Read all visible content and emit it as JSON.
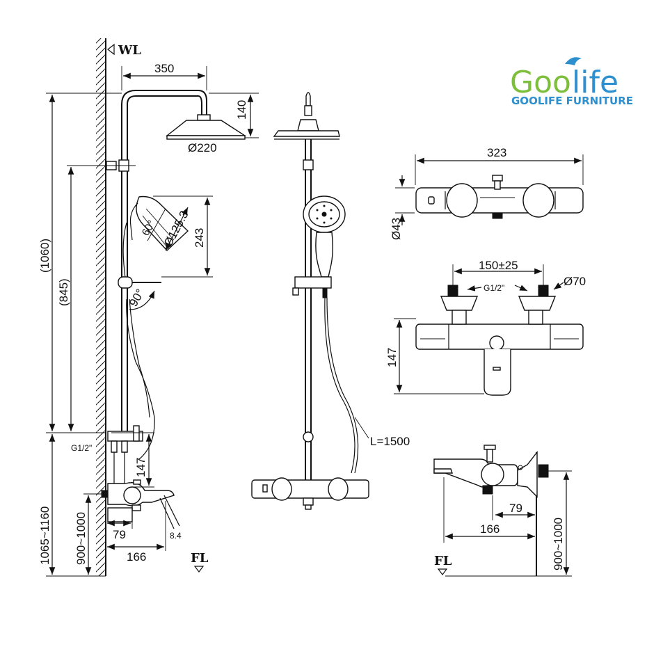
{
  "markers": {
    "wall_level": "WL",
    "floor_level": "FL"
  },
  "brand": {
    "logo_left": "Goo",
    "logo_right": "life",
    "tagline": "GOOLIFE FURNITURE",
    "color_green": "#7dbf3c",
    "color_blue": "#2e8fcf"
  },
  "side_view": {
    "arm_length": "350",
    "head_height": "140",
    "head_diameter": "Ø220",
    "total_height": "(1060)",
    "bar_height": "(845)",
    "hand_shower_diameter": "Ø125.3",
    "hand_shower_angle": "60°",
    "holder_height": "243",
    "holder_angle": "90°",
    "inlet_thread": "G1/2\"",
    "inlet_height": "147",
    "install_height": "1065~1160",
    "mixer_height": "900~1000",
    "spout_offset_small": "79",
    "spout_reach": "166",
    "spout_tip": "8.4"
  },
  "front_view": {
    "hose_length": "L=1500"
  },
  "mixer_top": {
    "width": "323",
    "depth": "Ø43"
  },
  "mixer_front": {
    "centers": "150±25",
    "inlet_thread": "G1/2\"",
    "flange_diameter": "Ø70",
    "height": "147"
  },
  "mixer_side": {
    "offset_small": "79",
    "reach": "166",
    "height": "900~1000",
    "floor_level": "FL"
  }
}
